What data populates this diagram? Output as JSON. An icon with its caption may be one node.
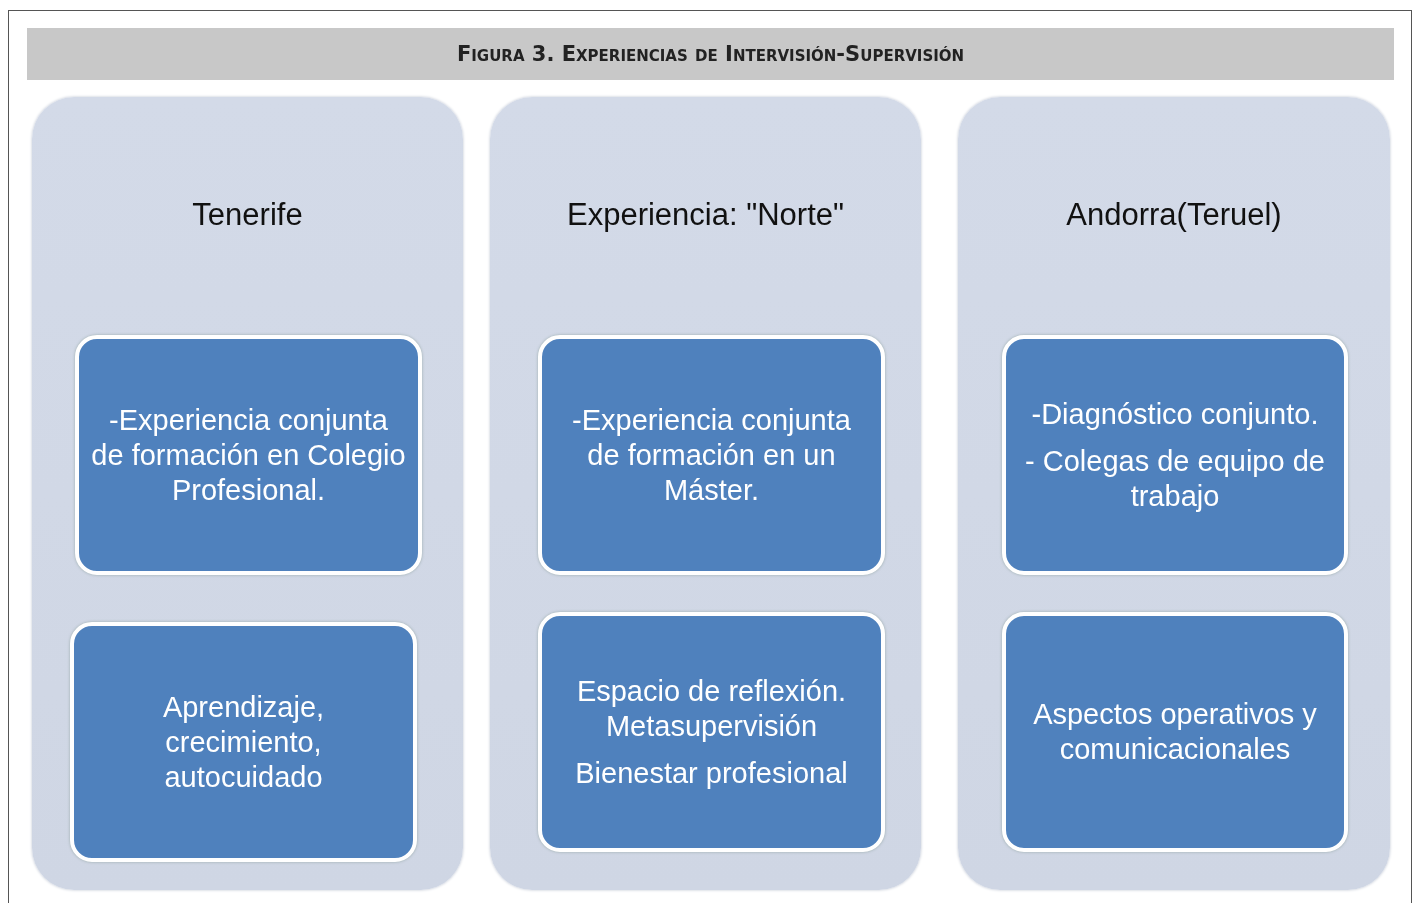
{
  "diagram": {
    "title": "Figura 3. Experiencias de Intervisión-Supervisión",
    "nodes": [
      {
        "text": [
          "Tenerife"
        ]
      },
      {
        "text": [
          "-Experiencia conjunta de formación en Colegio Profesional."
        ],
        "in": 0
      },
      {
        "text": [
          "Aprendizaje, crecimiento, autocuidado"
        ],
        "in": 0
      },
      {
        "text": [
          "Experiencia: \"Norte\""
        ]
      },
      {
        "text": [
          "-Experiencia conjunta de formación en un Máster."
        ],
        "in": 3
      },
      {
        "text": [
          "Espacio de reflexión. Metasupervisión",
          "Bienestar profesional"
        ],
        "in": 3
      },
      {
        "text": [
          "Andorra(Teruel)"
        ]
      },
      {
        "text": [
          "-Diagnóstico conjunto.",
          "- Colegas de equipo de trabajo"
        ],
        "in": 6
      },
      {
        "text": [
          "Aspectos operativos y comunicacionales"
        ],
        "in": 6
      }
    ]
  }
}
